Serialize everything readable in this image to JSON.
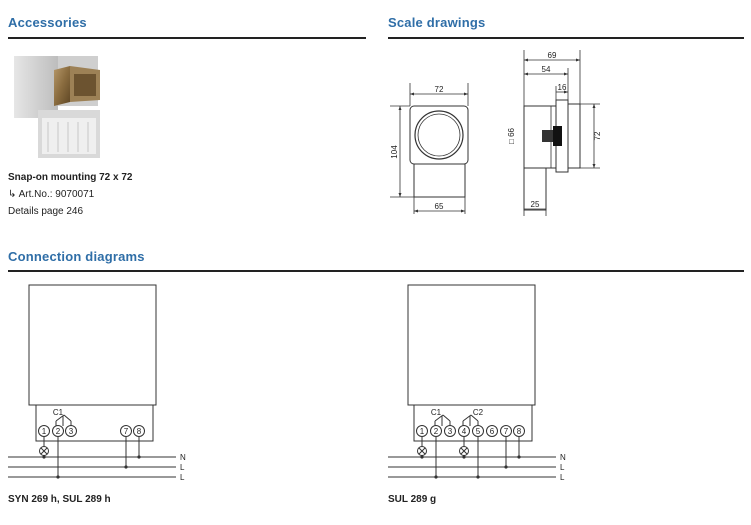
{
  "sections": {
    "accessories": "Accessories",
    "scale_drawings": "Scale drawings",
    "connection_diagrams": "Connection diagrams"
  },
  "accessory": {
    "name": "Snap-on mounting 72 x 72",
    "art_no": "Art.No.: 9070071",
    "details": "Details page 246"
  },
  "drawing_front": {
    "width": "72",
    "height": "104",
    "base_width": "65"
  },
  "drawing_side": {
    "total_depth": "69",
    "depth_front": "54",
    "bezel": "16",
    "height": "72",
    "square": "□ 66",
    "stem": "25"
  },
  "diagram_left": {
    "contact": "C1",
    "terminals": [
      "1",
      "2",
      "3",
      "7",
      "8"
    ],
    "lines": [
      "N",
      "L",
      "L"
    ],
    "caption": "SYN 269 h, SUL 289 h"
  },
  "diagram_right": {
    "contacts": [
      "C1",
      "C2"
    ],
    "terminals": [
      "1",
      "2",
      "3",
      "4",
      "5",
      "6",
      "7",
      "8"
    ],
    "lines": [
      "N",
      "L",
      "L"
    ],
    "caption": "SUL 289 g"
  },
  "colors": {
    "heading": "#2f6ea7",
    "rule": "#222222"
  }
}
